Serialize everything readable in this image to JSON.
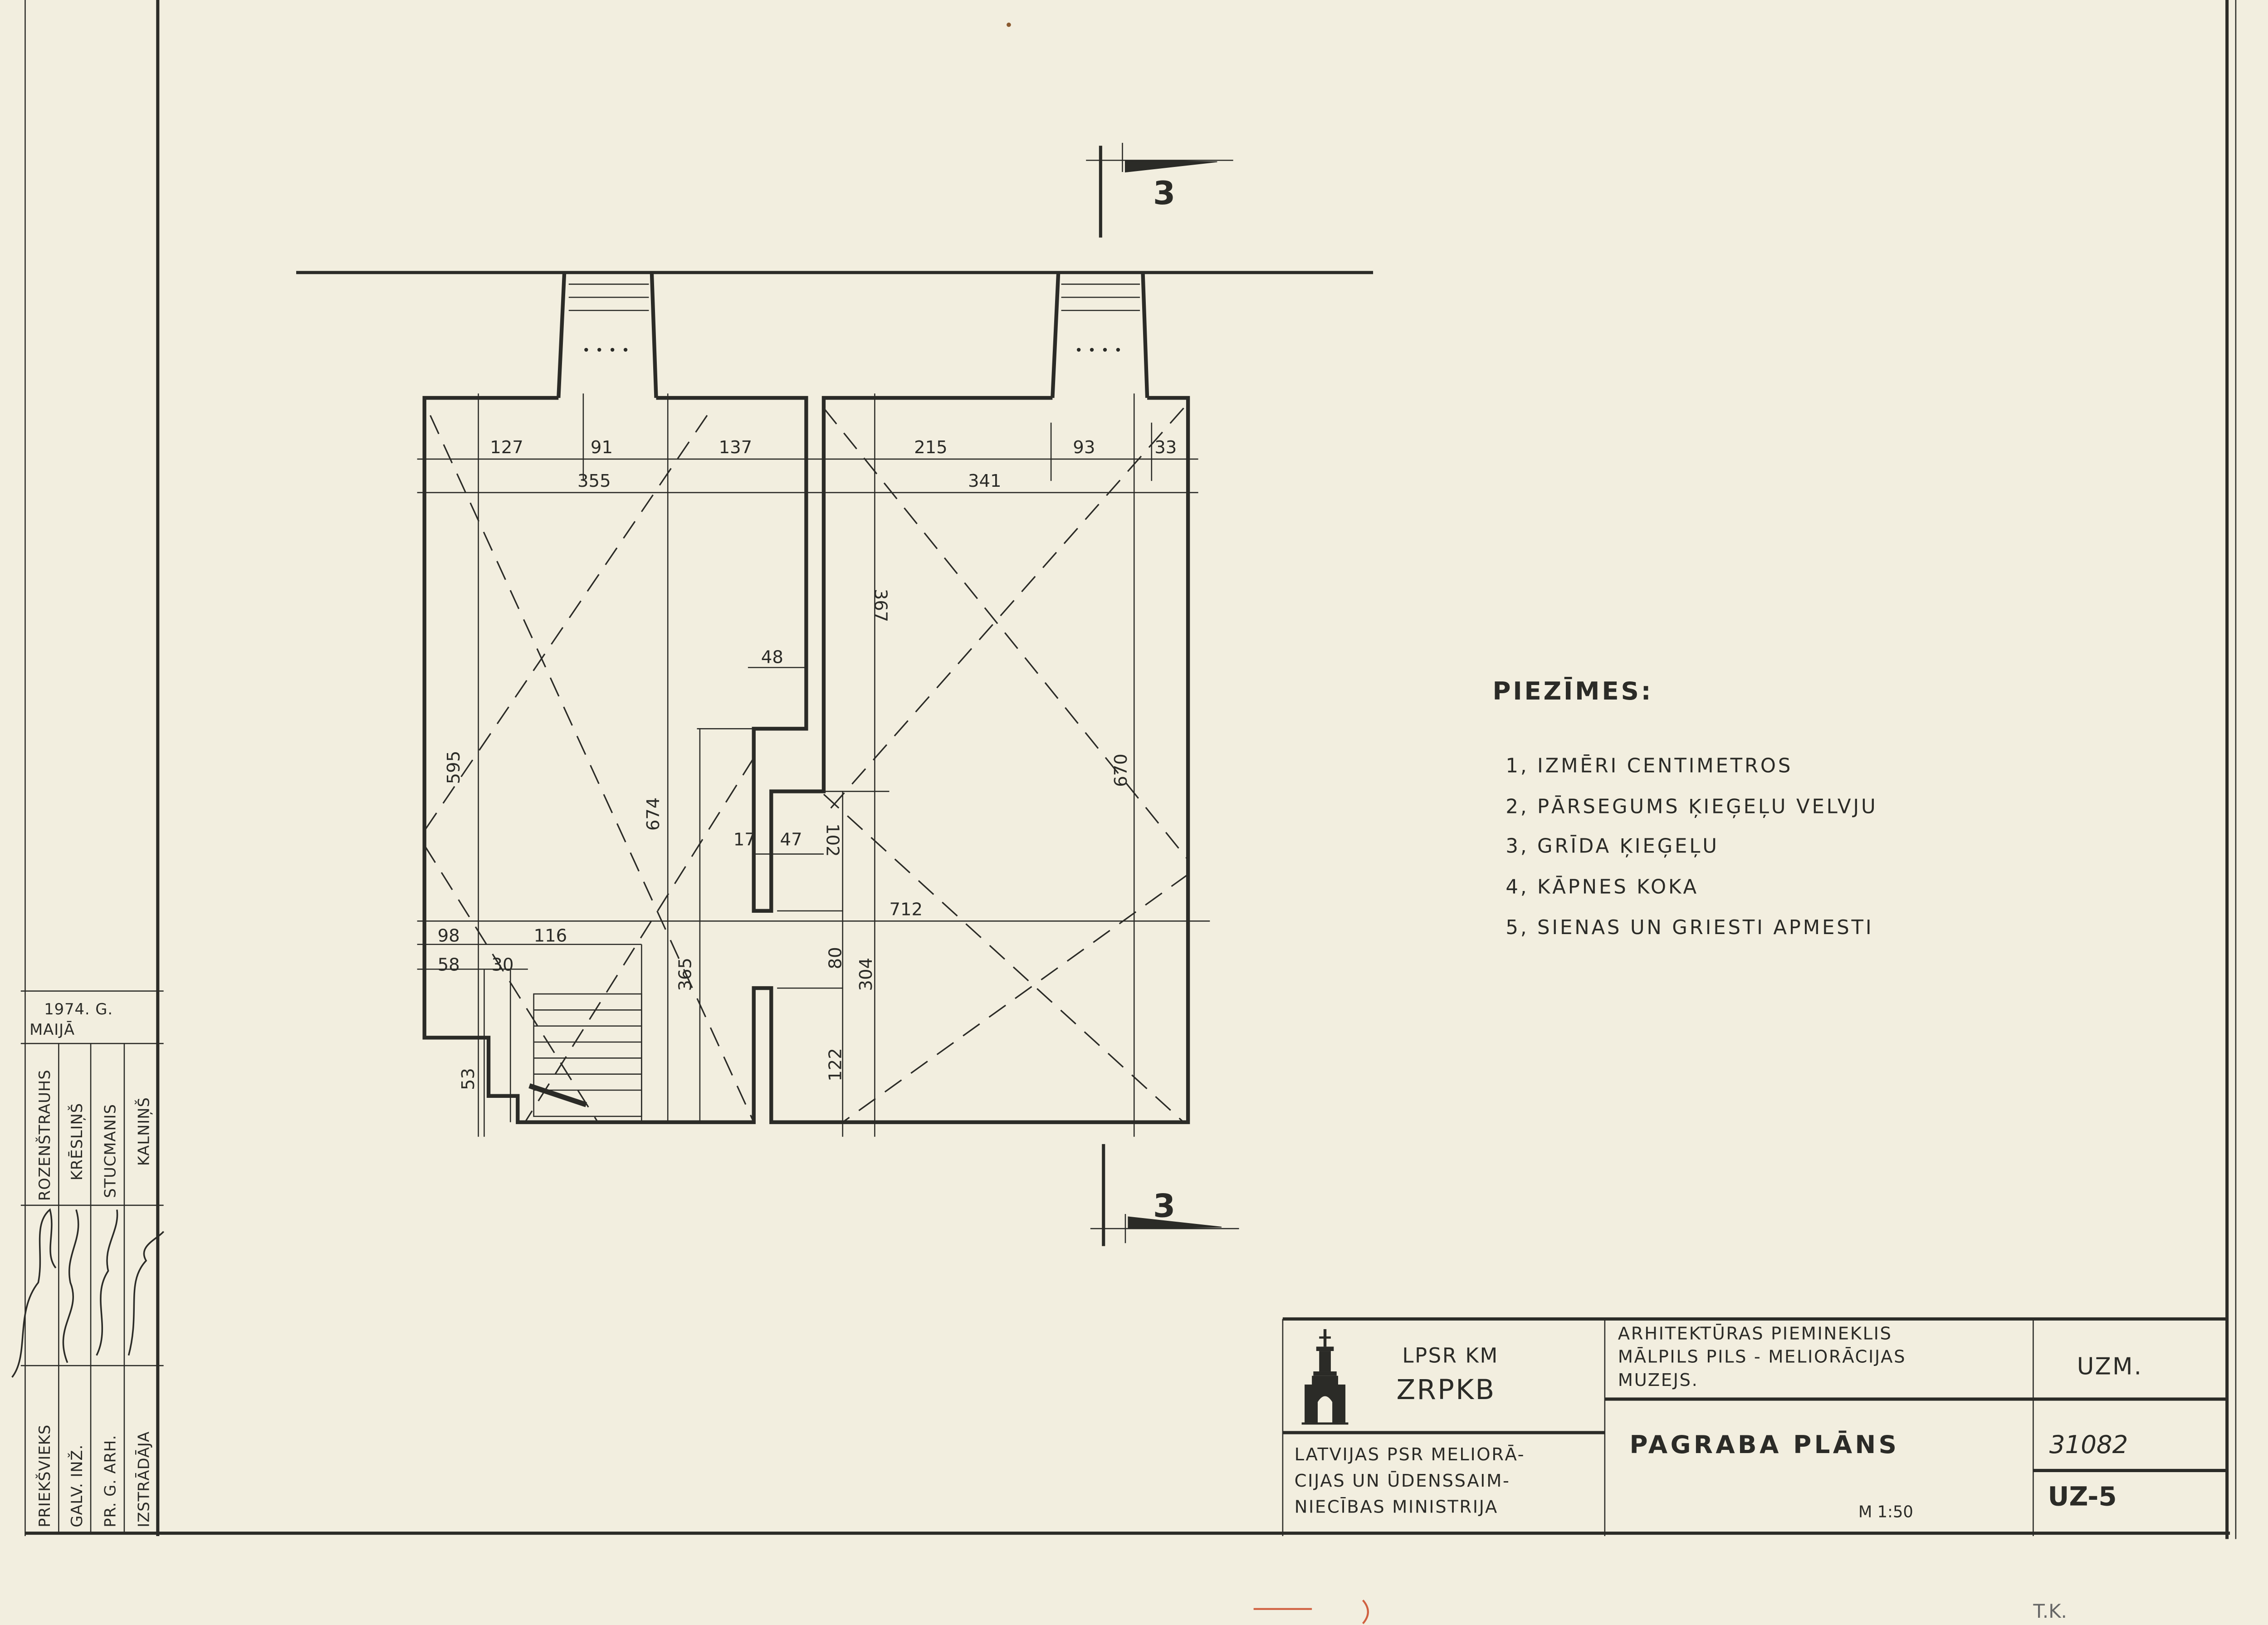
{
  "section_marker": {
    "top_label": "3",
    "bottom_label": "3"
  },
  "dimensions": {
    "d127": "127",
    "d91": "91",
    "d137": "137",
    "d355": "355",
    "d215": "215",
    "d93": "93",
    "d33": "33",
    "d341": "341",
    "d48": "48",
    "d367": "367",
    "d595": "595",
    "d674": "674",
    "d670": "670",
    "d17": "17",
    "d47": "47",
    "d102": "102",
    "d712": "712",
    "d98": "98",
    "d116": "116",
    "d58": "58",
    "d30": "30",
    "d365": "365",
    "d80": "80",
    "d304": "304",
    "d53": "53",
    "d122": "122"
  },
  "notes": {
    "title": "PIEZĪMES:",
    "items": [
      "1, IZMĒRI  CENTIMETROS",
      "2, PĀRSEGUMS  ĶIEĢEĻU VELVJU",
      "3, GRĪDA  ĶIEĢEĻU",
      "4, KĀPNES  KOKA",
      "5, SIENAS  UN GRIESTI  APMESTI"
    ]
  },
  "title_block": {
    "org_line1": "LPSR KM",
    "org_line2": "ZRPKB",
    "ministry": [
      "LATVIJAS PSR MELIORĀ-",
      "CIJAS UN ŪDENSSAIM-",
      "NIECĪBAS MINISTRIJA"
    ],
    "project": [
      "ARHITEKTŪRAS PIEMINEKLIS",
      "MĀLPILS PILS - MELIORĀCIJAS",
      "MUZEJS."
    ],
    "drawing_title": "PAGRABA PLĀNS",
    "scale": "M 1:50",
    "code": "UZM.",
    "number": "31082",
    "sheet": "UZ-5"
  },
  "approval_stamp": {
    "date_line1": "1974. G.",
    "date_line2": "MAIJĀ",
    "roles": [
      "PRIEKŠVIEKS",
      "GALV. INŽ.",
      "PR. G. ARH.",
      "IZSTRĀDĀJA"
    ],
    "names": [
      "ROZENŠTRAUHS",
      "KRĒSLIŅŠ",
      "STUCMANIS",
      "KALNIŅŠ"
    ]
  },
  "margin_note": "T.K."
}
